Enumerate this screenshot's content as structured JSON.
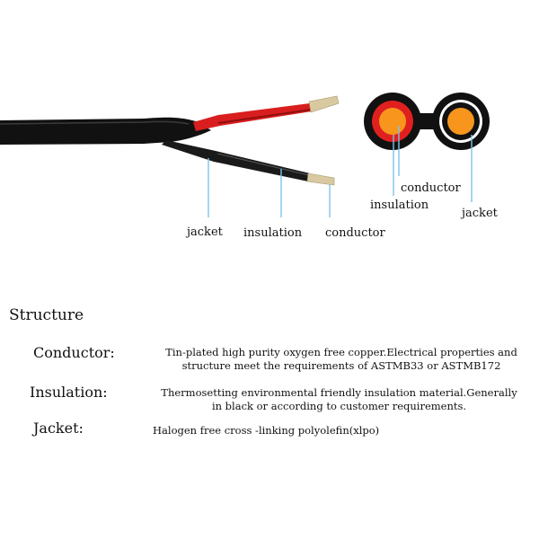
{
  "diagram": {
    "labels": {
      "jacket_left": "jacket",
      "insulation_left": "insulation",
      "conductor_left": "conductor",
      "conductor_right": "conductor",
      "insulation_right": "insulation",
      "jacket_right": "jacket"
    },
    "colors": {
      "jacket": "#111111",
      "red_insulation": "#d81e1e",
      "black_insulation": "#1a1a1a",
      "conductor": "#f7951d",
      "copper_strand": "#d8c9a0",
      "leader_line": "#7ec3ea"
    }
  },
  "structure": {
    "title": "Structure",
    "rows": [
      {
        "label": "Conductor:",
        "text_line1": "Tin-plated high purity oxygen free copper.Electrical properties and",
        "text_line2": "structure meet the requirements of ASTMB33 or ASTMB172"
      },
      {
        "label": "Insulation:",
        "text_line1": "Thermosetting environmental friendly insulation material.Generally",
        "text_line2": "in black or according to customer requirements."
      },
      {
        "label": "Jacket:",
        "text_line1": "Halogen free cross -linking polyolefin(xlpo)",
        "text_line2": ""
      }
    ]
  }
}
